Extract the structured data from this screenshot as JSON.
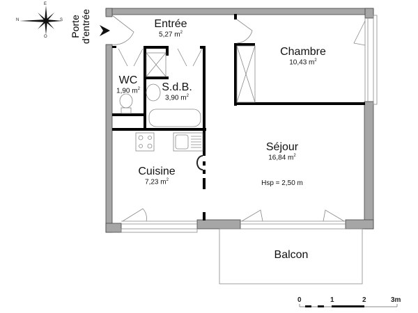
{
  "plan": {
    "colors": {
      "exterior_wall": "#a6a6a6",
      "exterior_wall_stroke": "#444444",
      "interior_wall": "#000000",
      "fixture": "#888888"
    },
    "compass": {
      "north": "N",
      "east": "E",
      "south": "S",
      "west": "O"
    },
    "entrance": {
      "label_line1": "Porte",
      "label_line2": "d'entrée",
      "icon": "arrow-right-icon"
    },
    "rooms": [
      {
        "id": "entree",
        "name": "Entrée",
        "area": "5,27 m",
        "unit_sup": "2"
      },
      {
        "id": "chambre",
        "name": "Chambre",
        "area": "10,43 m",
        "unit_sup": "2"
      },
      {
        "id": "wc",
        "name": "WC",
        "area": "1,90 m",
        "unit_sup": "2"
      },
      {
        "id": "sdb",
        "name": "S.d.B.",
        "area": "3,90 m",
        "unit_sup": "2"
      },
      {
        "id": "sejour",
        "name": "Séjour",
        "area": "16,84 m",
        "unit_sup": "2"
      },
      {
        "id": "cuisine",
        "name": "Cuisine",
        "area": "7,23 m",
        "unit_sup": "2"
      },
      {
        "id": "balcon",
        "name": "Balcon",
        "area": "",
        "unit_sup": ""
      }
    ],
    "ceiling_height": "Hsp = 2,50 m",
    "scale_bar": {
      "ticks": [
        "0",
        "1",
        "2",
        "3m"
      ]
    }
  }
}
